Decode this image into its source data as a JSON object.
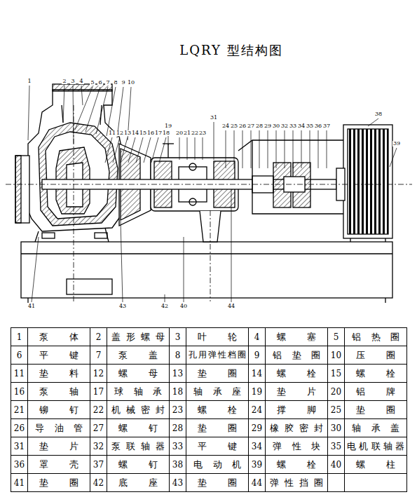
{
  "diagram": {
    "title": "LQRY 型结构图",
    "labels": [
      "1",
      "2",
      "3",
      "4",
      "5",
      "6",
      "7",
      "8",
      "9",
      "10",
      "11",
      "12",
      "13",
      "14",
      "15",
      "16",
      "17",
      "18",
      "19",
      "20",
      "21",
      "22",
      "23",
      "31",
      "24",
      "25",
      "26",
      "27",
      "28",
      "29",
      "30",
      "32",
      "33",
      "34",
      "35",
      "36",
      "37",
      "38",
      "39",
      "41",
      "43",
      "42",
      "40",
      "44",
      "1",
      "泵体",
      "2",
      "盖形螺母",
      "3",
      "叶轮",
      "4",
      "螺塞",
      "5",
      "铝热圈",
      "6",
      "平键",
      "7",
      "泵盖",
      "8",
      "孔用弹性档圈",
      "9",
      "铝垫圈",
      "10",
      "压圈",
      "11",
      "垫料",
      "12",
      "螺母",
      "13",
      "垫圈",
      "14",
      "螺栓",
      "15",
      "螺栓",
      "16",
      "泵轴",
      "17",
      "球轴承",
      "18",
      "轴承座",
      "19",
      "垫片",
      "20",
      "铝牌",
      "21",
      "铆钉",
      "22",
      "机械密封",
      "23",
      "螺栓",
      "24",
      "撑脚",
      "25",
      "垫圈",
      "26",
      "导油管",
      "27",
      "螺钉",
      "28",
      "垫圈",
      "29",
      "橡胶密封",
      "30",
      "轴承盖",
      "31",
      "垫片",
      "32",
      "泵联轴器",
      "33",
      "平键",
      "34",
      "弹性块",
      "35",
      "电机联轴器",
      "36",
      "罩壳",
      "37",
      "螺钉",
      "38",
      "电动机",
      "39",
      "螺栓",
      "40",
      "螺柱",
      "41",
      "垫圈",
      "42",
      "底座",
      "43",
      "垫圈",
      "44",
      "弹性挡圈"
    ]
  }
}
